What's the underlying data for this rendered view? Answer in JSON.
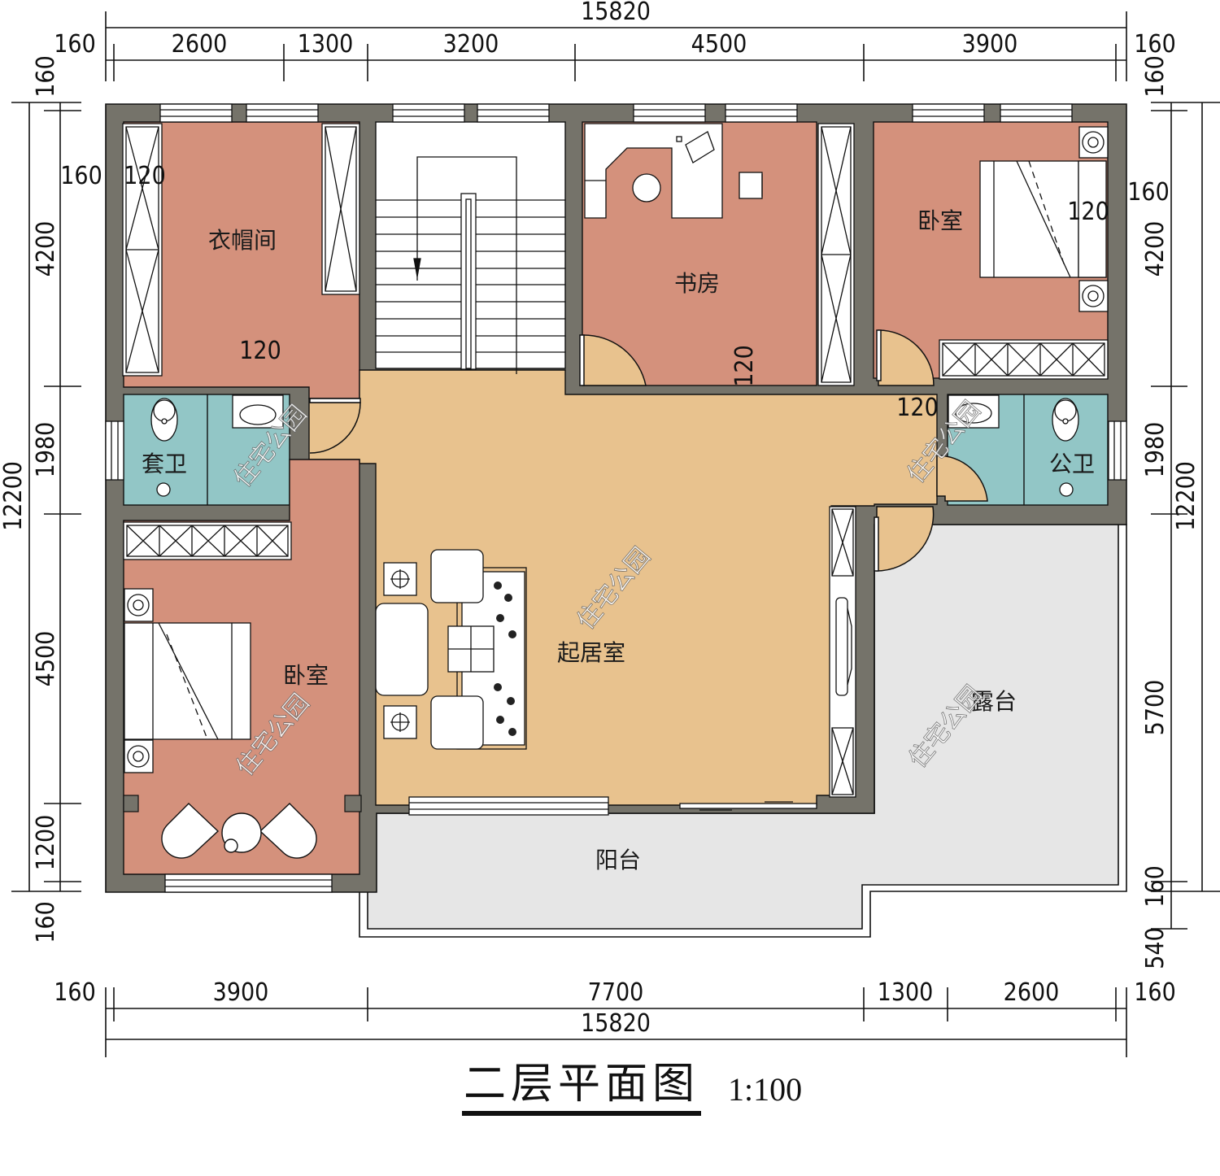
{
  "drawing": {
    "title": "二层平面图",
    "scale": "1:100"
  },
  "colors": {
    "wall": "#75736a",
    "bedroom": "#d4917c",
    "living": "#e8c28e",
    "bathroom": "#92c6c6",
    "terrace": "#e6e6e6",
    "stair": "#ffffff",
    "line": "#111111"
  },
  "rooms": {
    "cloakroom": "衣帽间",
    "study": "书房",
    "bedroom_ne": "卧室",
    "ensuite_bath": "套卫",
    "public_bath": "公卫",
    "living": "起居室",
    "bedroom_sw": "卧室",
    "terrace": "露台",
    "balcony": "阳台"
  },
  "watermark": "住宅公园",
  "dimensions": {
    "top_total": "15820",
    "top_segments": [
      "160",
      "2600",
      "1300",
      "3200",
      "4500",
      "3900",
      "160"
    ],
    "bottom_total": "15820",
    "bottom_segments": [
      "160",
      "3900",
      "7700",
      "1300",
      "2600",
      "160"
    ],
    "left_total": "12200",
    "left_segments": [
      "160",
      "4200",
      "1980",
      "4500",
      "1200",
      "160"
    ],
    "right_total": "12200",
    "right_segments": [
      "160",
      "4200",
      "1980",
      "5700",
      "160",
      "540"
    ],
    "wall_thickness_notes": [
      "160",
      "120",
      "120",
      "120",
      "160",
      "120",
      "120"
    ]
  }
}
